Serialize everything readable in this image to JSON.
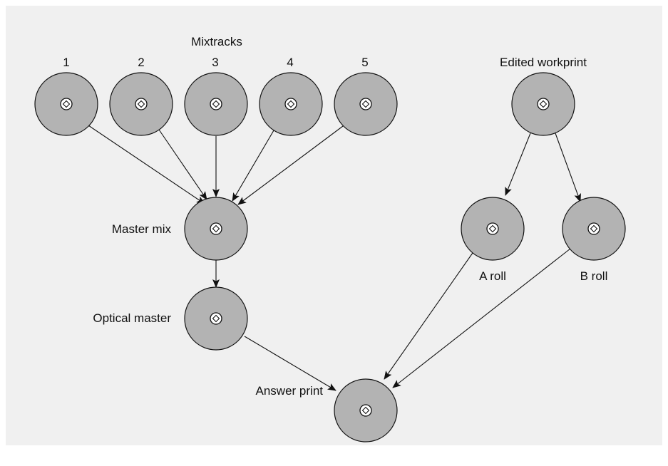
{
  "diagram": {
    "mixtracks_title": "Mixtracks",
    "mixtrack_labels": [
      "1",
      "2",
      "3",
      "4",
      "5"
    ],
    "edited_workprint": "Edited workprint",
    "master_mix": "Master mix",
    "optical_master": "Optical master",
    "answer_print": "Answer print",
    "a_roll": "A roll",
    "b_roll": "B roll"
  },
  "colors": {
    "background": "#f0f0f0",
    "reel_fill": "#b3b3b3",
    "outline": "#111111"
  }
}
